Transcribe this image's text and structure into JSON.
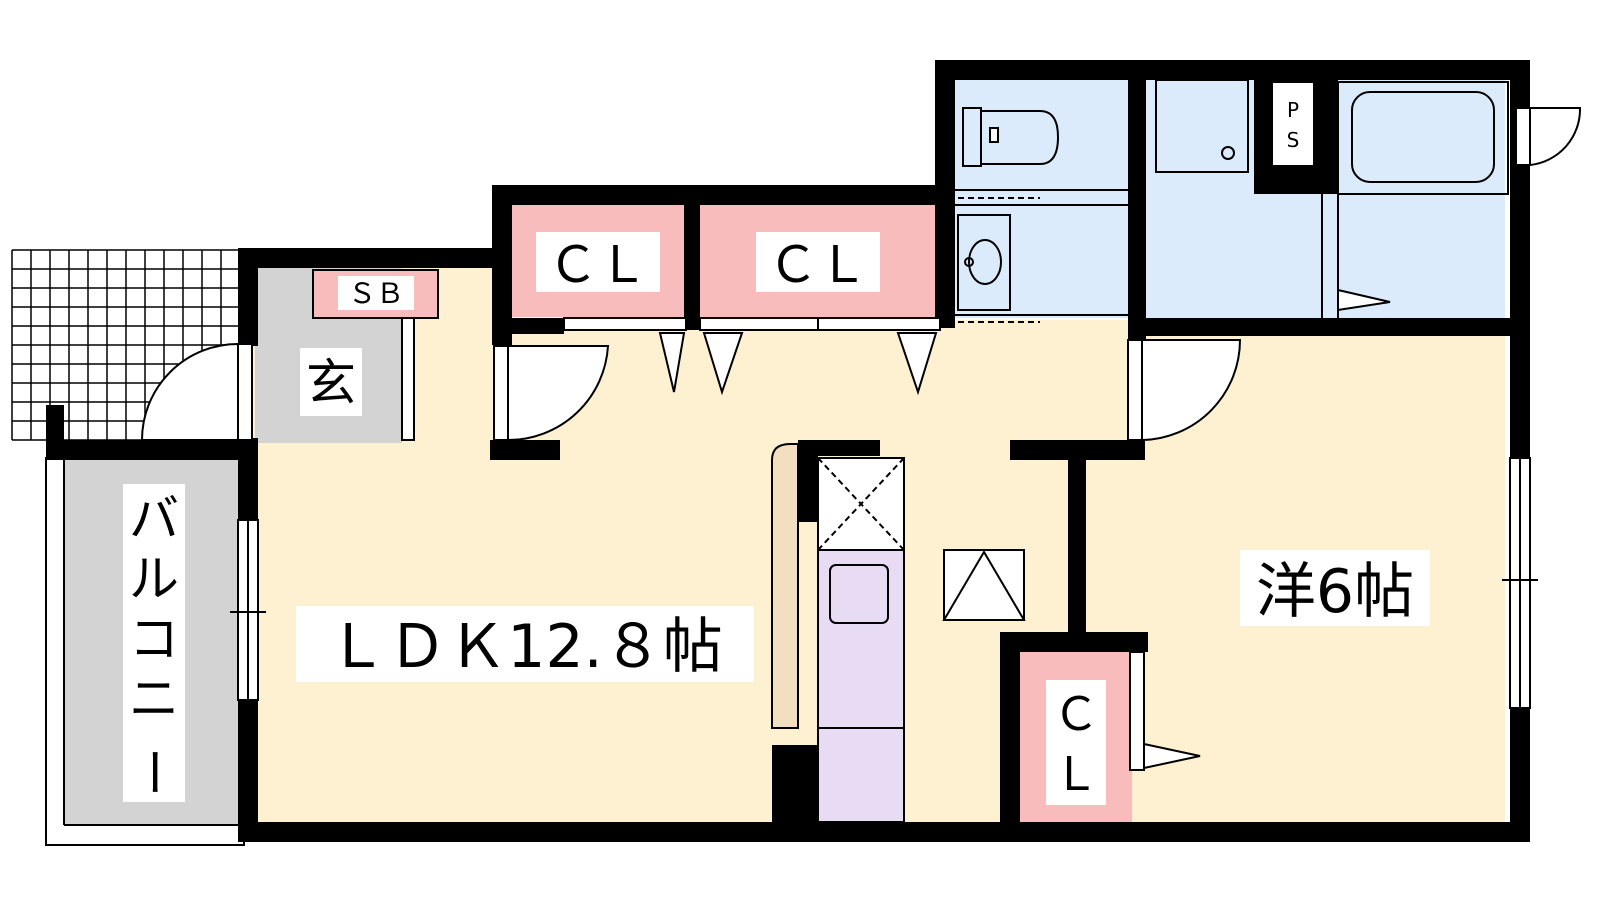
{
  "rooms": {
    "ldk": "ＬＤＫ12.８帖",
    "western": "洋6帖",
    "entrance": "玄",
    "shoe_box": "ＳＢ",
    "closet_left": "ＣＬ",
    "closet_center": "ＣＬ",
    "closet_bedroom": [
      "Ｃ",
      "Ｌ"
    ],
    "balcony": [
      "バ",
      "ル",
      "コ",
      "ニ",
      "ー"
    ],
    "pipe_space": [
      "P",
      "S"
    ]
  },
  "colors": {
    "wall": "#000000",
    "living": "#fdf1d2",
    "water_area": "#dcebfb",
    "closet": "#f8bcbc",
    "entrance_floor": "#d3d3d3",
    "balcony": "#d3d3d3",
    "kitchen_counter": "#e8dcf5",
    "fridge_space": "#f2dfc1",
    "label_bg": "#ffffff"
  }
}
